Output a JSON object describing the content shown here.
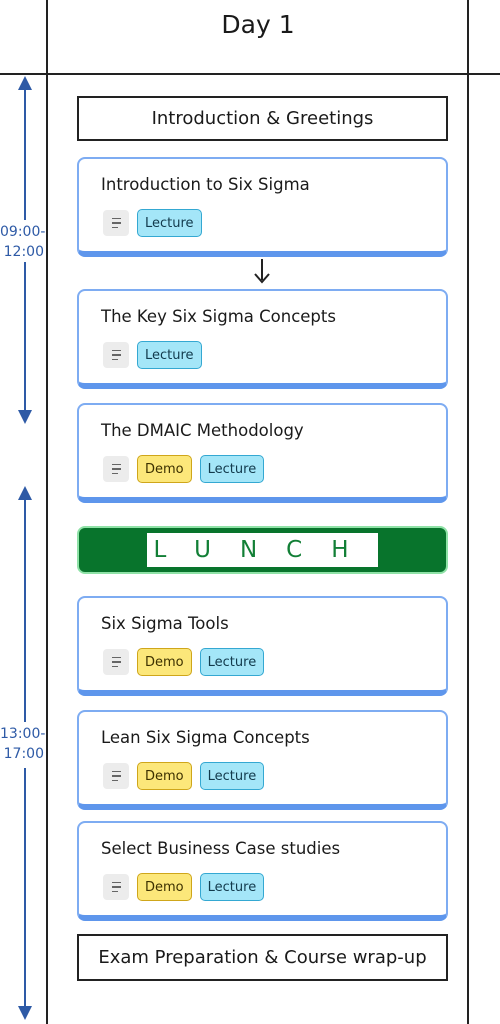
{
  "day": {
    "title": "Day 1"
  },
  "morning": {
    "time_start": "09:00-",
    "time_end": "12:00"
  },
  "afternoon": {
    "time_start": "13:00-",
    "time_end": "17:00"
  },
  "intro_box": {
    "text": "Introduction & Greetings"
  },
  "lunch": {
    "text": "LUNCH"
  },
  "outro_box": {
    "text": "Exam Preparation & Course wrap-up"
  },
  "sessions": [
    {
      "title": "Introduction to Six Sigma",
      "tags": [
        "Lecture"
      ]
    },
    {
      "title": "The Key Six Sigma Concepts",
      "tags": [
        "Lecture"
      ]
    },
    {
      "title": "The DMAIC Methodology",
      "tags": [
        "Demo",
        "Lecture"
      ]
    },
    {
      "title": "Six Sigma Tools",
      "tags": [
        "Demo",
        "Lecture"
      ]
    },
    {
      "title": "Lean Six Sigma Concepts",
      "tags": [
        "Demo",
        "Lecture"
      ]
    },
    {
      "title": "Select Business Case studies",
      "tags": [
        "Demo",
        "Lecture"
      ]
    }
  ],
  "icons": {
    "note": "notes-icon",
    "flow_arrow": "arrow-down-icon"
  },
  "colors": {
    "card_border": "#7eacf2",
    "time_arrow": "#2e5aa6",
    "lunch_bg": "#08742c",
    "tag_lecture": "#a4e6f8",
    "tag_demo": "#fce77a"
  }
}
